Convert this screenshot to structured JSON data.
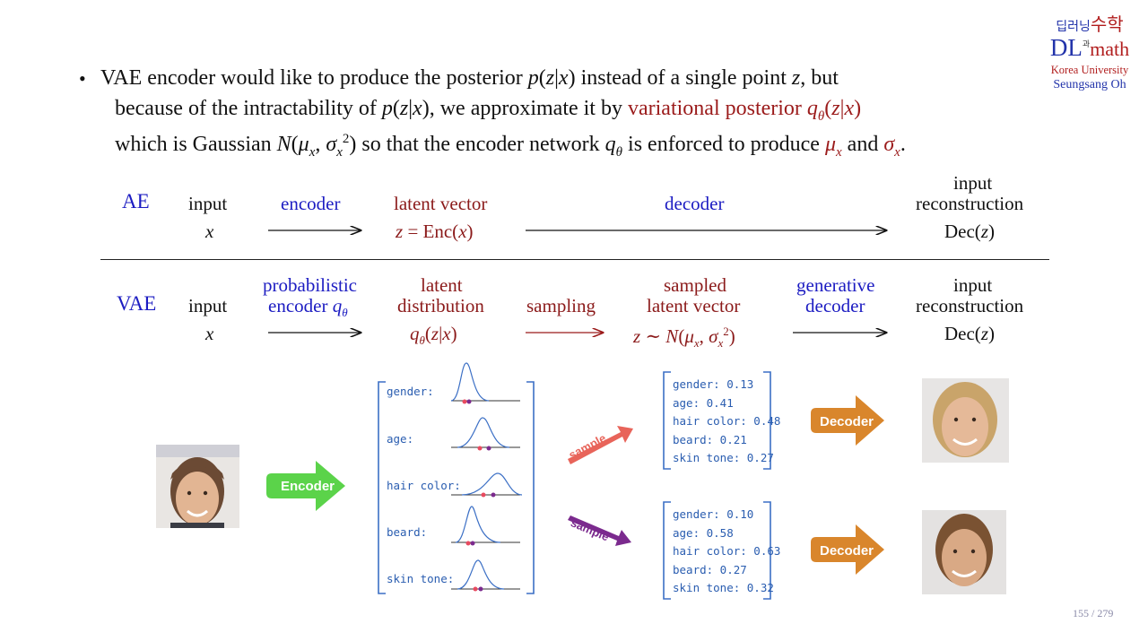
{
  "logo": {
    "line1_a": "딥러닝",
    "line1_b": "수학",
    "dl": "DL",
    "connector": "과",
    "math": "math",
    "university": "Korea University",
    "author": "Seungsang Oh"
  },
  "bullet": {
    "l1_a": "VAE encoder would like to produce the posterior ",
    "l1_b": " instead of a single point ",
    "l1_c": ",  but",
    "l2_a": "because of the intractability of ",
    "l2_b": ", we approximate it by ",
    "l2_red": "variational posterior ",
    "l3_a": "which is Gaussian ",
    "l3_b": " so that the encoder network ",
    "l3_c": " is enforced to produce ",
    "l3_d": " and ",
    "l3_e": "."
  },
  "ae_row": {
    "label": "AE",
    "input_label": "input",
    "input_sym": "x",
    "encoder": "encoder",
    "latent_label": "latent vector",
    "latent_expr": "z = Enc(x)",
    "decoder": "decoder",
    "recon_label1": "input",
    "recon_label2": "reconstruction",
    "recon_expr": "Dec(z)"
  },
  "vae_row": {
    "label": "VAE",
    "input_label": "input",
    "input_sym": "x",
    "enc1": "probabilistic",
    "enc2": "encoder ",
    "latent1": "latent",
    "latent2": "distribution",
    "latent_expr": "qθ(z|x)",
    "sampling": "sampling",
    "sampled1": "sampled",
    "sampled2": "latent vector",
    "gen1": "generative",
    "gen2": "decoder",
    "recon_label1": "input",
    "recon_label2": "reconstruction",
    "recon_expr": "Dec(z)"
  },
  "figure": {
    "encoder_button": "Encoder",
    "decoder_button": "Decoder",
    "sample_label": "sample",
    "distribution_labels": [
      "gender:",
      "age:",
      "hair color:",
      "beard:",
      "skin tone:"
    ],
    "sample1": [
      "gender: 0.13",
      "age: 0.41",
      "hair color: 0.48",
      "beard: 0.21",
      "skin tone: 0.27"
    ],
    "sample2": [
      "gender: 0.10",
      "age: 0.58",
      "hair color: 0.63",
      "beard: 0.27",
      "skin tone: 0.32"
    ],
    "colors": {
      "encoder": "#5bd34a",
      "decoder": "#d9862c",
      "sample1_arrow": "#e8645a",
      "sample2_arrow": "#7b2a8e",
      "label_blue": "#2a5db0"
    }
  },
  "page": {
    "number": "155",
    "separator": "/",
    "total": "279"
  }
}
